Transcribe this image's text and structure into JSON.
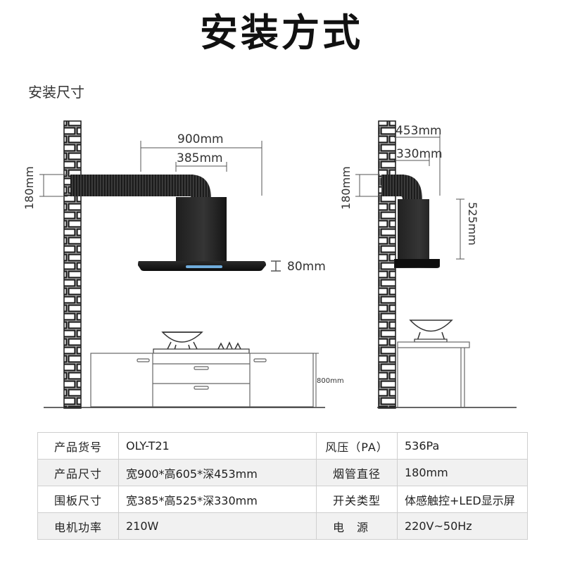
{
  "heading": "安装方式",
  "subheading": "安装尺寸",
  "left_diagram": {
    "width_label": "900mm",
    "panel_width_label": "385mm",
    "pipe_label": "180mm",
    "gap_label": "80mm",
    "counter_label": "800mm"
  },
  "right_diagram": {
    "depth_label": "453mm",
    "panel_depth_label": "330mm",
    "pipe_label": "180mm",
    "height_label": "525mm"
  },
  "specs": [
    {
      "label": "产品货号",
      "value": "OLY-T21",
      "label2": "风压（PA）",
      "value2": "536Pa"
    },
    {
      "label": "产品尺寸",
      "value": "宽900*高605*深453mm",
      "label2": "烟管直径",
      "value2": "180mm"
    },
    {
      "label": "围板尺寸",
      "value": "宽385*高525*深330mm",
      "label2": "开关类型",
      "value2": "体感触控+LED显示屏"
    },
    {
      "label": "电机功率",
      "value": "210W",
      "label2": "电源",
      "value2": "220V~50Hz"
    }
  ]
}
